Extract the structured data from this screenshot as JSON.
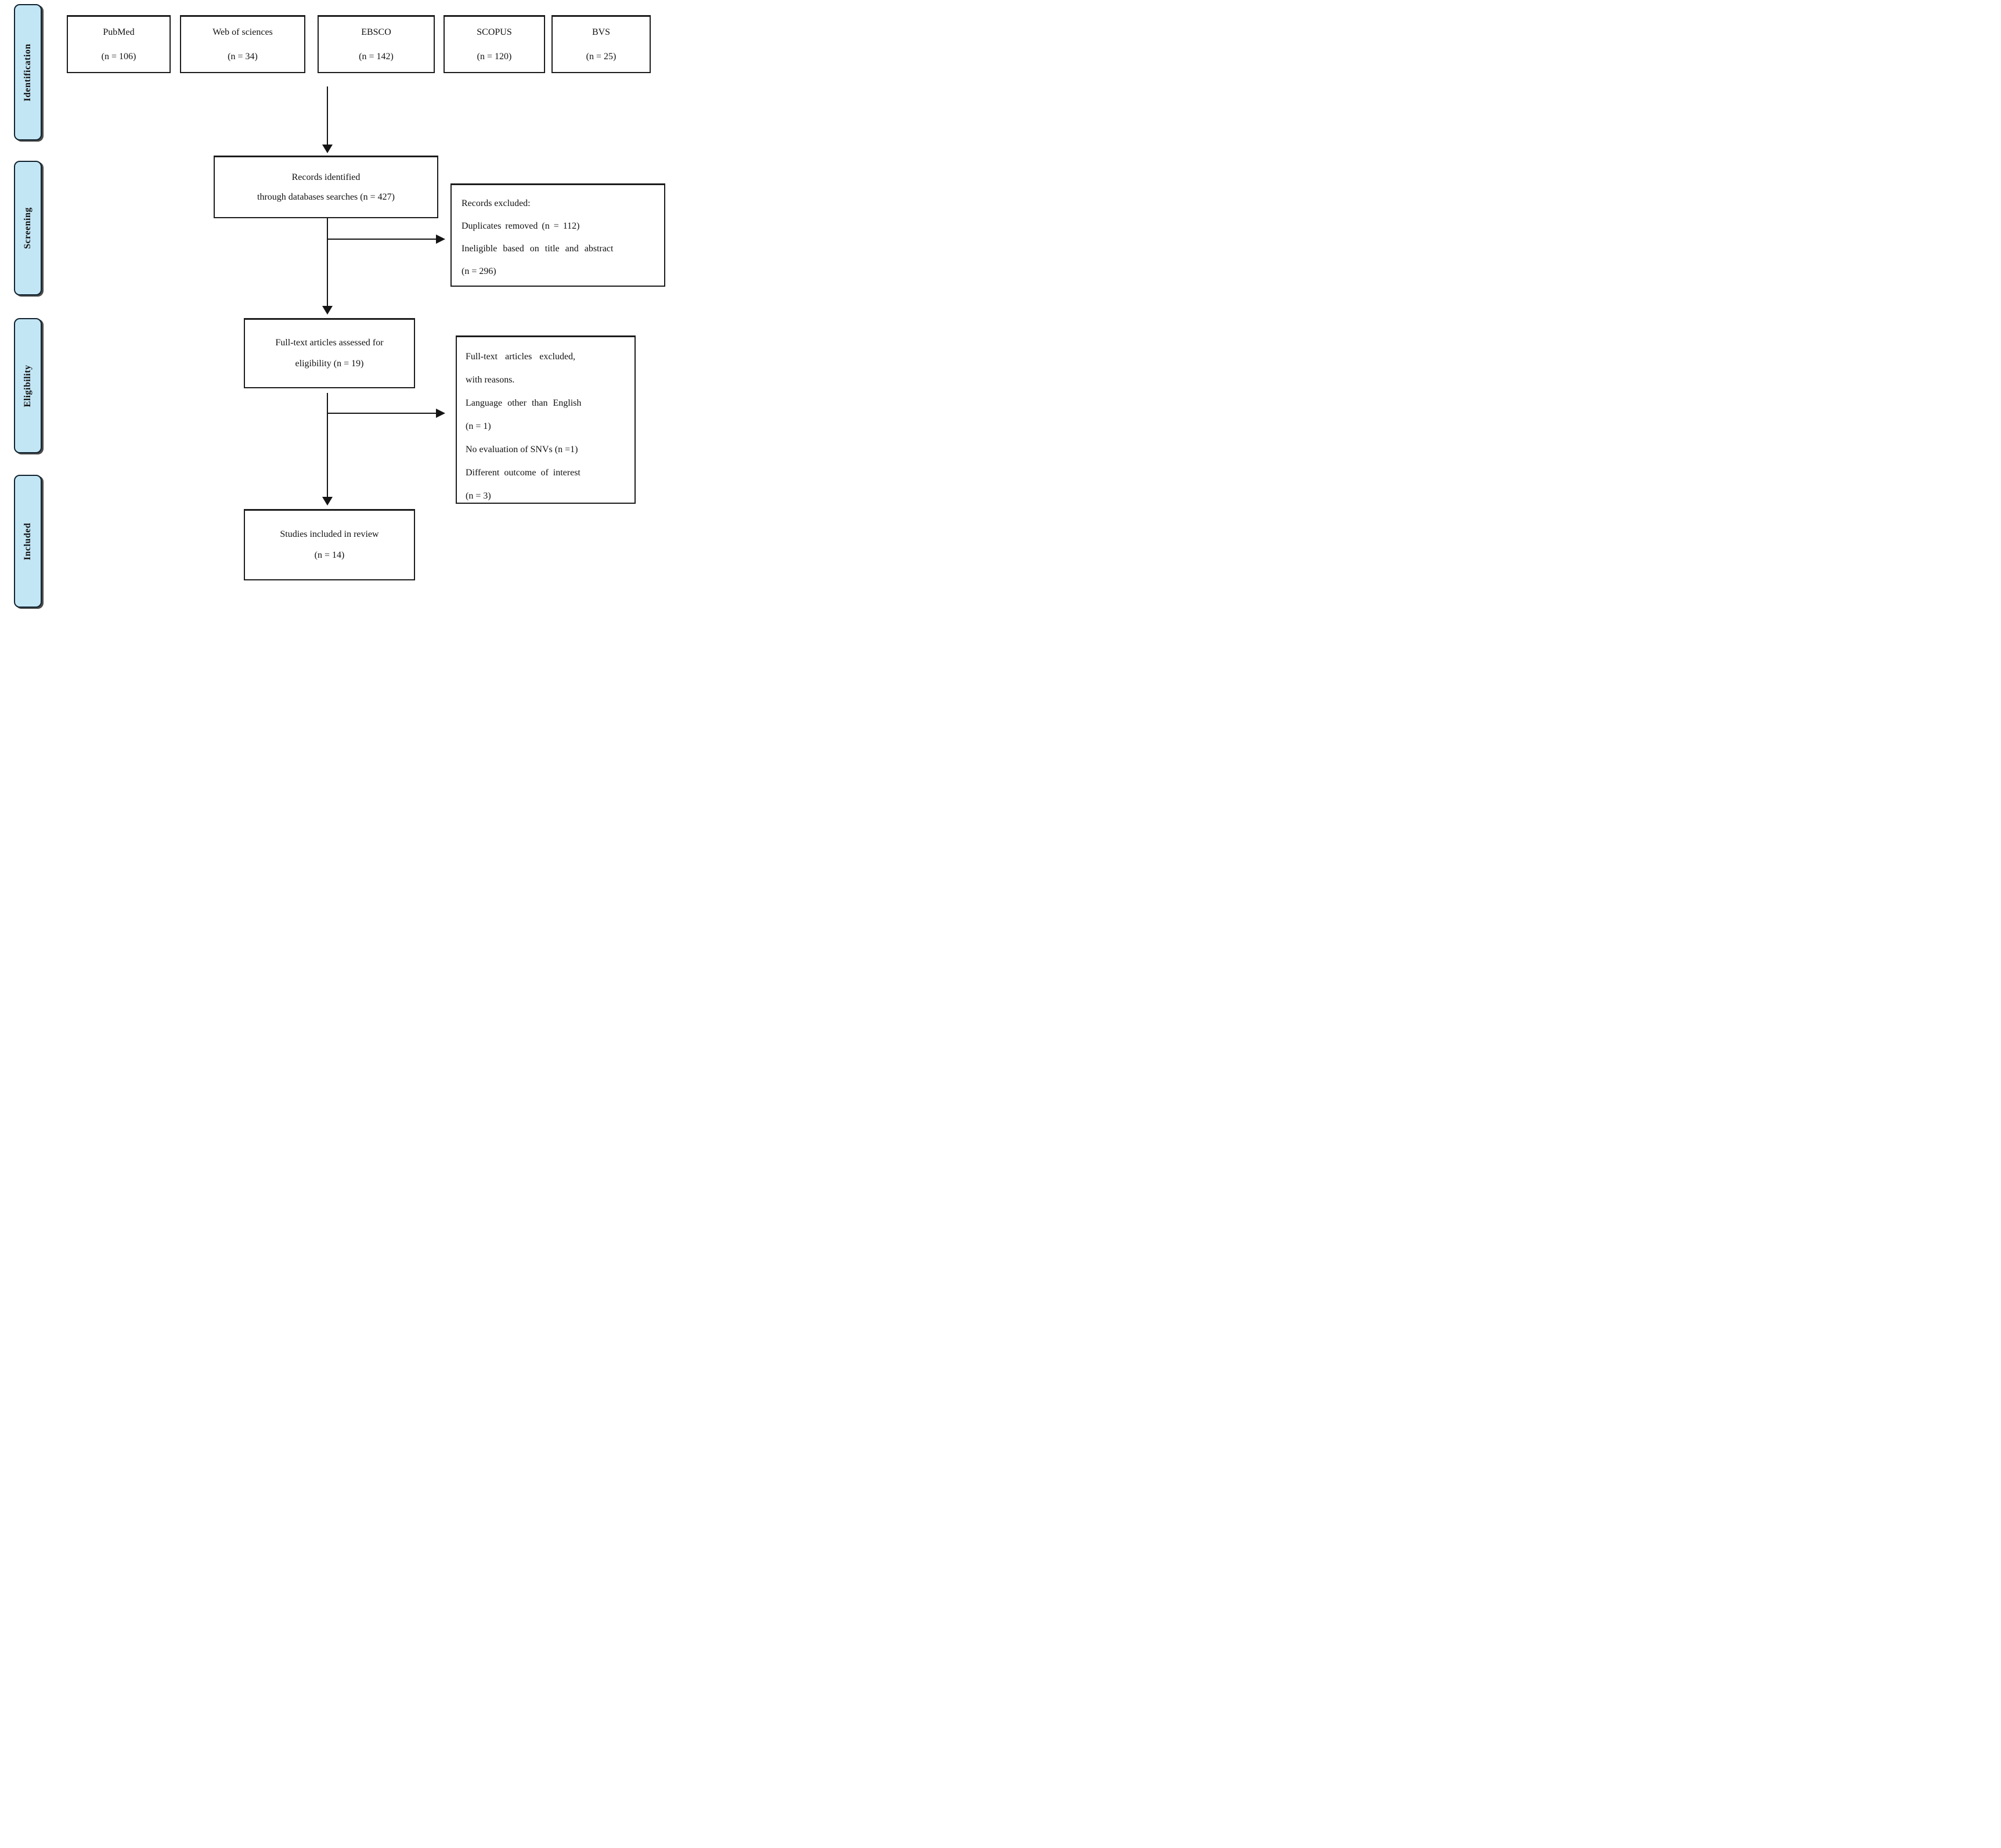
{
  "diagram": {
    "type": "prisma-flow",
    "stages": [
      {
        "label": "Identification"
      },
      {
        "label": "Screening"
      },
      {
        "label": "Eligibility"
      },
      {
        "label": "Included"
      }
    ],
    "databases": [
      {
        "name": "PubMed",
        "count": "(n = 106)"
      },
      {
        "name": "Web of sciences",
        "count": "(n = 34)"
      },
      {
        "name": "EBSCO",
        "count": "(n = 142)"
      },
      {
        "name": "SCOPUS",
        "count": "(n = 120)"
      },
      {
        "name": "BVS",
        "count": "(n = 25)"
      }
    ],
    "records_identified": {
      "line1": "Records identified",
      "line2": "through databases searches (n = 427)"
    },
    "records_excluded": {
      "lines": [
        "Records excluded:",
        "Duplicates removed (n = 112)",
        "Ineligible based on title and abstract",
        "(n = 296)"
      ]
    },
    "fulltext_assessed": {
      "line1": "Full-text articles assessed for",
      "line2": "eligibility (n = 19)"
    },
    "fulltext_excluded": {
      "lines": [
        "Full-text articles excluded,",
        "with reasons.",
        "Language other than English",
        "(n = 1)",
        "No evaluation of SNVs (n =1)",
        "Different outcome of interest",
        "(n = 3)"
      ]
    },
    "studies_included": {
      "line1": "Studies included in review",
      "line2": "(n = 14)"
    },
    "colors": {
      "stage_fill": "#c3e6f5",
      "stage_border": "#12222e",
      "box_border": "#1c1c1c",
      "line": "#141414"
    }
  }
}
